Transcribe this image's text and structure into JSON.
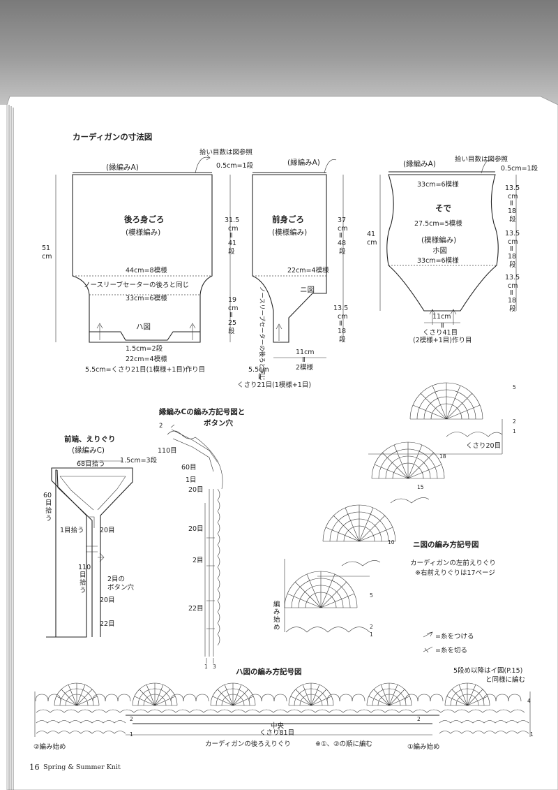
{
  "header": {
    "title": "カーディガンの寸法図"
  },
  "back_body": {
    "name": "後ろ身ごろ",
    "stitch": "(模様編み)",
    "edge_label": "(縁編みA)",
    "pickup_note": "拾い目数は図参照",
    "pickup_rows": "0.5cm=1段",
    "height": [
      "51",
      "cm"
    ],
    "upper_width": "44cm=8模様",
    "upper_height": [
      "31.5",
      "cm",
      "Ⅱ",
      "41",
      "段"
    ],
    "lower_height": [
      "19",
      "cm",
      "Ⅱ",
      "25",
      "段"
    ],
    "armhole_note": "ノースリーブセーターの後ろと同じ",
    "mid_width": "33cm=6模様",
    "chart_ref": "ハ図",
    "hem_rows": "1.5cm=2段",
    "hem_width": "22cm=4模様",
    "start_note": "5.5cm=くさり21目(1模様+1目)作り目"
  },
  "front_body": {
    "name": "前身ごろ",
    "stitch": "(模様編み)",
    "edge_label": "(縁編みA)",
    "height": [
      "37",
      "cm",
      "Ⅱ",
      "48",
      "段"
    ],
    "lower_height": [
      "13.5",
      "cm",
      "Ⅱ",
      "18",
      "段"
    ],
    "width": "22cm=4模様",
    "chart_ref": "ニ図",
    "side_note": "ノースリーブセーターの後ろと同じ",
    "bottom_width": [
      "11cm",
      "Ⅱ",
      "2模様"
    ],
    "start_left": "5.5cm",
    "start_note": [
      "Ⅱ",
      "くさり21目(1模様+1目)"
    ]
  },
  "sleeve": {
    "name": "そで",
    "stitch": "(模様編み)",
    "chart_ref": "ホ図",
    "edge_label": "(縁編みA)",
    "pickup_note": "拾い目数は図参照",
    "pickup_rows": "0.5cm=1段",
    "height": [
      "41",
      "cm"
    ],
    "top_width": "33cm=6模様",
    "mid_width": "27.5cm=5模様",
    "low_width": "33cm=6模様",
    "seg_height": [
      "13.5",
      "cm",
      "Ⅱ",
      "18",
      "段"
    ],
    "bottom_width": "11cm",
    "start_note": [
      "Ⅱ",
      "くさり41目",
      "(2模様+1目)作り目"
    ]
  },
  "front_edge": {
    "title": "前端、えりぐり",
    "subtitle": "(縁編みC)",
    "top_pick": "68目拾う",
    "top_rows": "1.5cm=3段",
    "side_pick": [
      "60",
      "目",
      "拾",
      "う"
    ],
    "one_pick": "1目拾う",
    "long_pick": [
      "110",
      "目",
      "拾",
      "う"
    ],
    "counts": [
      "20目",
      "20目",
      "22目"
    ],
    "button_hole": [
      "2目の",
      "ボタン穴"
    ]
  },
  "edge_c": {
    "title": [
      "縁編みCの編み方記号図と",
      "ボタン穴"
    ],
    "labels": [
      "110目",
      "60目",
      "1目",
      "20目",
      "20目",
      "2目",
      "22目"
    ],
    "rows": [
      "2",
      "1",
      "3"
    ]
  },
  "chart_ni": {
    "title": "ニ図の編み方記号図",
    "note": [
      "カーディガンの左前えりぐり",
      "※右前えりぐりは17ページ"
    ],
    "chain": "くさり20目",
    "start": [
      "編",
      "み",
      "始",
      "め"
    ],
    "rows": [
      "5",
      "2",
      "1",
      "18",
      "15",
      "10",
      "5",
      "2",
      "1"
    ]
  },
  "legend": {
    "attach": "=糸をつける",
    "cut": "=糸を切る"
  },
  "chart_ha": {
    "title": "ハ図の編み方記号図",
    "note": [
      "5段め以降はイ図(P.15)",
      "と同様に編む"
    ],
    "center": "中央",
    "chain": "くさり81目",
    "caption": "カーディガンの後ろえりぐり",
    "order": "※①、②の順に編む",
    "start_left": "②編み始め",
    "start_right": "①編み始め",
    "rows": [
      "4",
      "2",
      "1",
      "2",
      "1"
    ]
  },
  "footer": {
    "page_no": "16",
    "magazine": "Spring & Summer Knit"
  }
}
